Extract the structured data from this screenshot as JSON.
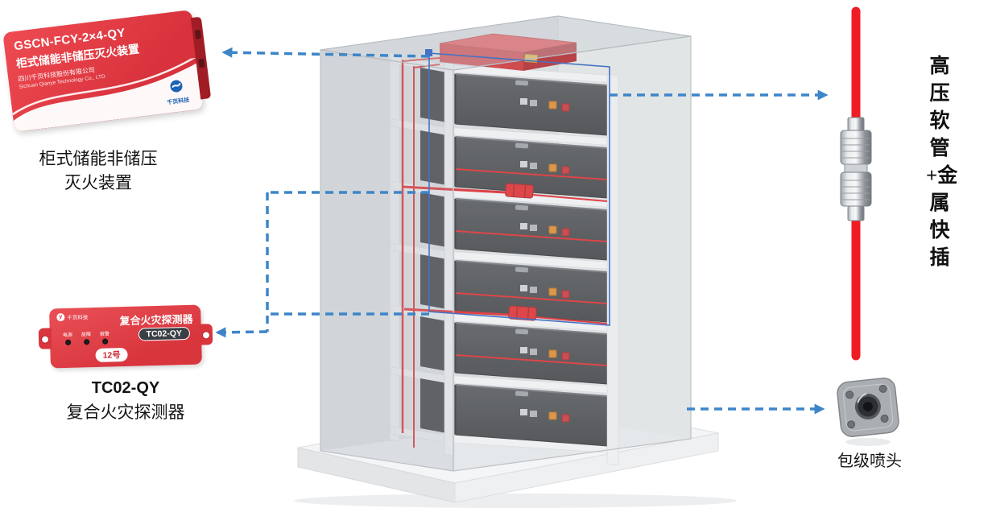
{
  "extinguisher": {
    "model": "GSCN-FCY-2×4-QY",
    "name": "柜式储能非储压灭火装置",
    "company_cn": "四川千页科技股份有限公司",
    "company_en": "Sichuan Qianye Technology Co., LTD",
    "brand": "千页科技",
    "caption_line1": "柜式储能非储压",
    "caption_line2": "灭火装置"
  },
  "detector": {
    "title": "复合火灾探测器",
    "model_badge": "TC02-QY",
    "leds": [
      "电源",
      "故障",
      "报警"
    ],
    "tag": "12号",
    "brand": "千页科技",
    "caption_line1": "TC02-QY",
    "caption_line2": "复合火灾探测器"
  },
  "labels": {
    "hose_vertical": "高压软管+金属快插",
    "nozzle": "包级喷头"
  },
  "colors": {
    "device_red": "#e2383f",
    "hose_red": "#ee1c25",
    "arrow_blue": "#3d85c8",
    "overlay_blue": "#4472c4"
  }
}
